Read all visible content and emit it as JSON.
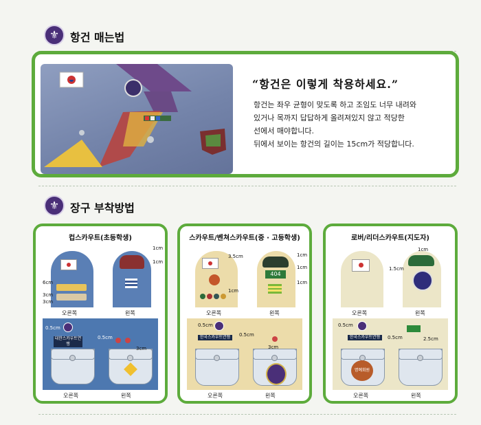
{
  "section1": {
    "title": "항건 매는법",
    "emblem": "fleur-de-lis-icon"
  },
  "intro": {
    "quote": "“항건은 이렇게 착용하세요.”",
    "lines": [
      "항건는 좌우 균형이 맞도록 하고 조임도 너무 내려와",
      "있거나 목까지 답답하게 올려져있지 않고 적당한",
      "선에서 매야합니다.",
      "뒤에서 보이는 항건의 길이는 15cm가 적당합니다."
    ]
  },
  "section2": {
    "title": "장구 부착방법",
    "emblem": "fleur-de-lis-icon"
  },
  "cards": [
    {
      "title": "컵스카우트(초등학생)",
      "right_label": "오른쪽",
      "left_label": "왼쪽",
      "pocket_right": "오른쪽",
      "pocket_left": "왼쪽",
      "meas": {
        "m1": "1cm",
        "m2": "1cm",
        "m3": "6cm",
        "m4": "3cm",
        "m5": "3cm",
        "p1": "0.5cm",
        "p2": "0.5cm",
        "p3": "3cm"
      },
      "namebar": "대한스카우트연맹"
    },
    {
      "title": "스카우트/벤쳐스카우트(중 · 고등학생)",
      "right_label": "오른쪽",
      "left_label": "왼쪽",
      "pocket_right": "오른쪽",
      "pocket_left": "왼쪽",
      "meas": {
        "m1": "1cm",
        "m2": "1cm",
        "m3": "1cm",
        "s1": "3.5cm",
        "s2": "1cm",
        "p1": "0.5cm",
        "p2": "0.5cm",
        "p3": "3cm"
      },
      "badge_num": "404",
      "namebar": "한국스카우트연맹"
    },
    {
      "title": "로버/리더스카우트(지도자)",
      "right_label": "오른쪽",
      "left_label": "왼쪽",
      "pocket_right": "오른쪽",
      "pocket_left": "왼쪽",
      "meas": {
        "m1": "1.5cm",
        "m2": "1cm",
        "p1": "0.5cm",
        "p2": "0.5cm",
        "p3": "2.5cm"
      },
      "namebar": "한국스카우트연맹",
      "oval": "명예회원"
    }
  ]
}
